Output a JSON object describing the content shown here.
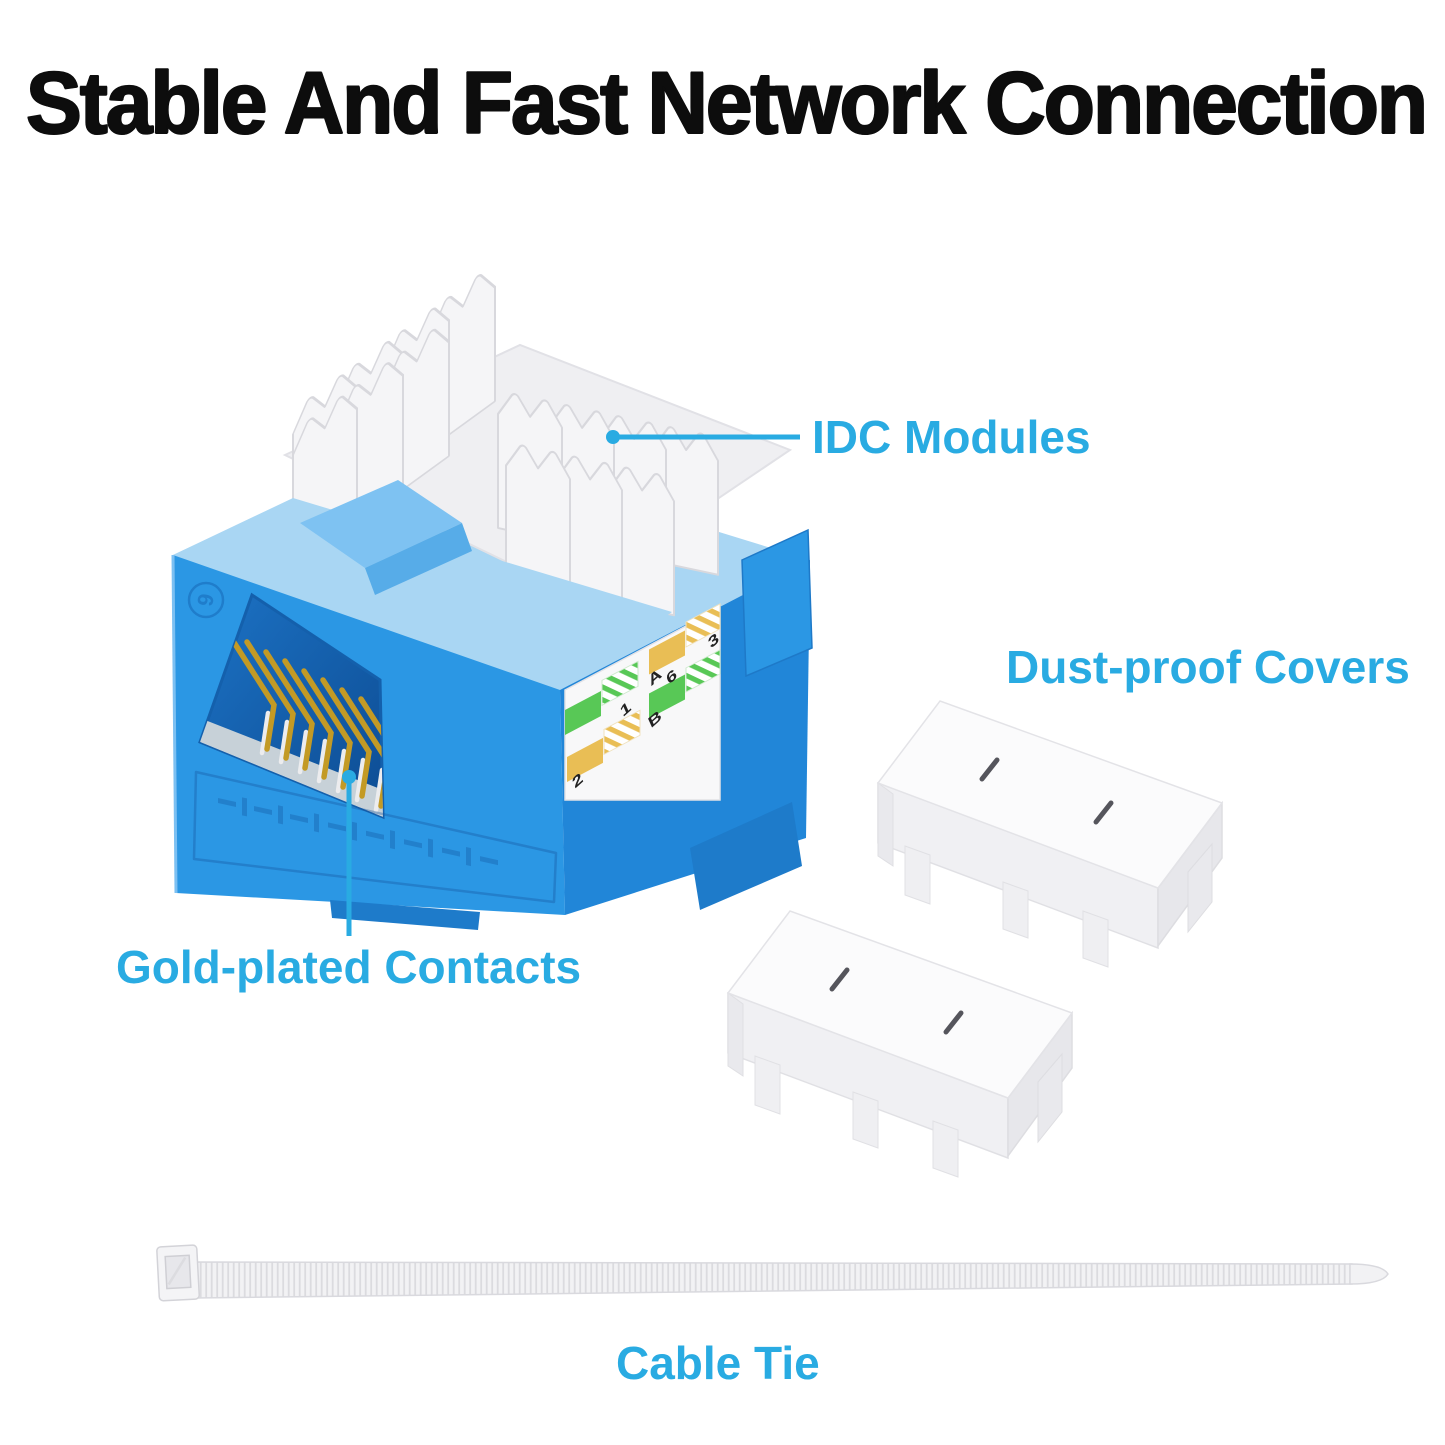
{
  "title": {
    "text": "Stable And Fast Network Connection",
    "color": "#0d0d0d"
  },
  "labels": {
    "idc_modules": "IDC Modules",
    "dust_proof_covers": "Dust-proof Covers",
    "gold_plated_contacts": "Gold-plated Contacts",
    "cable_tie": "Cable Tie"
  },
  "colors": {
    "accent": "#29ABE2",
    "jack_body": "#2B97E4",
    "jack_side": "#2186D8",
    "jack_top": "#A9D6F3",
    "module_white": "#F5F5F7",
    "contact_gold": "#C39A25",
    "swatch_green": "#58C856",
    "swatch_orange": "#E9BE55"
  },
  "jack": {
    "emboss_number": "6",
    "wiring_markings": {
      "m3": "3",
      "mA": "A",
      "m6": "6",
      "m1": "1",
      "mB": "B",
      "m2": "2"
    }
  }
}
